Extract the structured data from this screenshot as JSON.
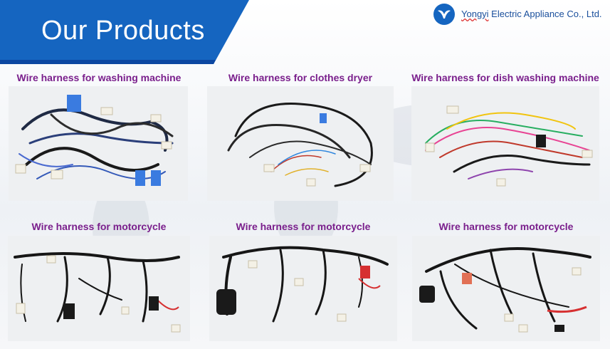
{
  "header": {
    "title": "Our Products",
    "company_prefix": "Yongyi",
    "company_suffix": " Electric Appliance Co., Ltd.",
    "brand_color": "#1565c0",
    "accent_color": "#7a1f8c"
  },
  "products": [
    {
      "caption": "Wire harness for washing machine"
    },
    {
      "caption": "Wire harness for clothes dryer"
    },
    {
      "caption": "Wire harness for dish washing machine"
    },
    {
      "caption": "Wire harness for motorcycle"
    },
    {
      "caption": "Wire harness for motorcycle"
    },
    {
      "caption": "Wire harness for motorcycle"
    }
  ]
}
